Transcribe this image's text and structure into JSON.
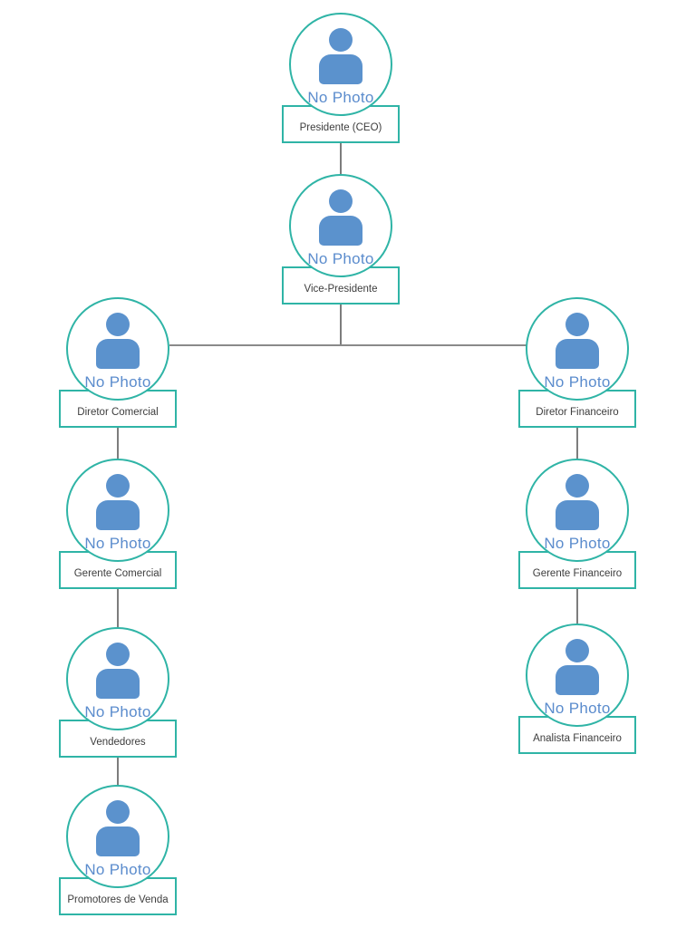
{
  "labels": {
    "no_photo": "No Photo"
  },
  "nodes": [
    {
      "id": "presidente-ceo",
      "title": "Presidente (CEO)"
    },
    {
      "id": "vice-presidente",
      "title": "Vice-Presidente"
    },
    {
      "id": "diretor-comercial",
      "title": "Diretor Comercial"
    },
    {
      "id": "diretor-financeiro",
      "title": "Diretor Financeiro"
    },
    {
      "id": "gerente-comercial",
      "title": "Gerente Comercial"
    },
    {
      "id": "gerente-financeiro",
      "title": "Gerente Financeiro"
    },
    {
      "id": "vendedores",
      "title": "Vendedores"
    },
    {
      "id": "analista-financeiro",
      "title": "Analista Financeiro"
    },
    {
      "id": "promotores-de-venda",
      "title": "Promotores de Venda"
    }
  ],
  "edges": [
    {
      "from": "presidente-ceo",
      "to": "vice-presidente"
    },
    {
      "from": "vice-presidente",
      "to": "diretor-comercial"
    },
    {
      "from": "vice-presidente",
      "to": "diretor-financeiro"
    },
    {
      "from": "diretor-comercial",
      "to": "gerente-comercial"
    },
    {
      "from": "gerente-comercial",
      "to": "vendedores"
    },
    {
      "from": "vendedores",
      "to": "promotores-de-venda"
    },
    {
      "from": "diretor-financeiro",
      "to": "gerente-financeiro"
    },
    {
      "from": "gerente-financeiro",
      "to": "analista-financeiro"
    }
  ],
  "colors": {
    "node_border": "#2fb4a6",
    "person_icon": "#5b92cd",
    "no_photo_text": "#5b8ccd",
    "title_text": "#3d3d3d",
    "connector": "#7d7d7d",
    "background": "#ffffff"
  }
}
